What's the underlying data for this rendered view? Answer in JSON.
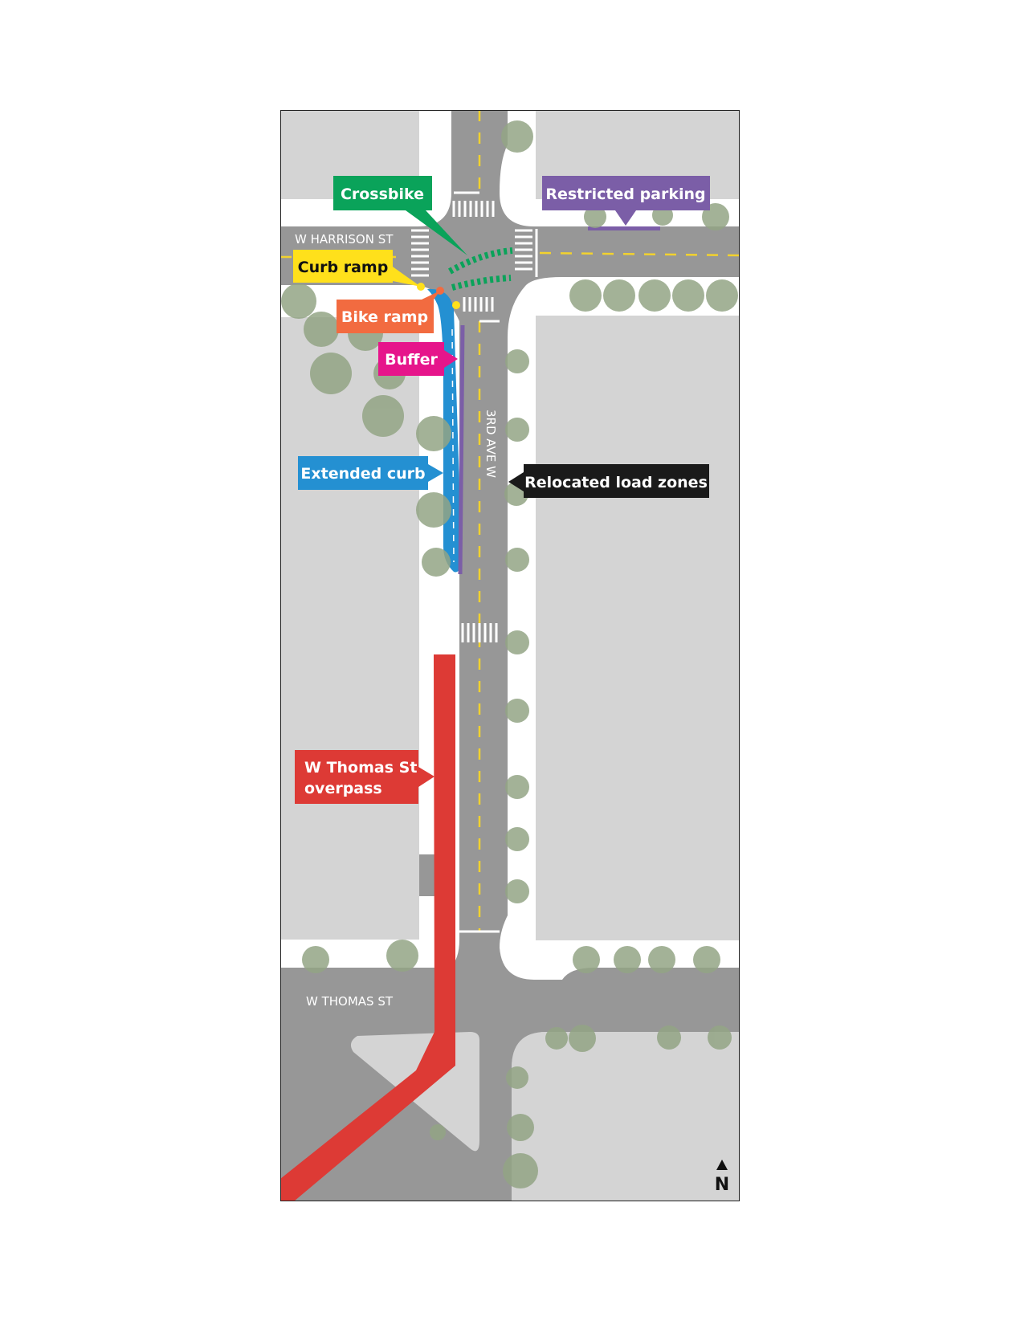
{
  "streets": {
    "harrison": "W HARRISON ST",
    "third_ave": "3RD AVE W",
    "thomas": "W THOMAS ST"
  },
  "callouts": {
    "crossbike": {
      "label": "Crossbike",
      "color": "#0aa35a"
    },
    "restricted_parking": {
      "label": "Restricted parking",
      "color": "#7b5ea7"
    },
    "curb_ramp": {
      "label": "Curb ramp",
      "color": "#ffe01b"
    },
    "bike_ramp": {
      "label": "Bike ramp",
      "color": "#f26b40"
    },
    "buffer": {
      "label": "Buffer",
      "color": "#e6158b"
    },
    "extended_curb": {
      "label": "Extended curb",
      "color": "#2490d2"
    },
    "relocated_load_zones": {
      "label": "Relocated load zones",
      "color": "#1a1a1a"
    },
    "overpass": {
      "line1": "W Thomas St",
      "line2": "overpass",
      "color": "#dd3a35"
    }
  },
  "north_arrow": {
    "label": "N"
  },
  "colors": {
    "road": "#979797",
    "block": "#d4d4d4",
    "sidewalk": "#ffffff",
    "tree": "#93a585",
    "centerline": "#f2d22e"
  }
}
